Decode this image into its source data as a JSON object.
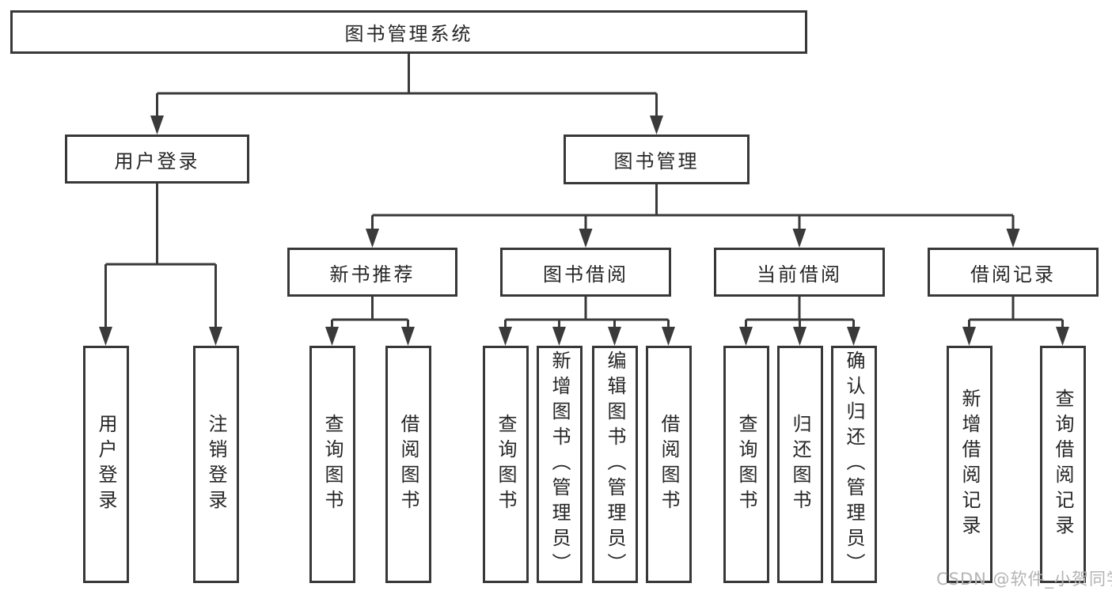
{
  "diagram": {
    "type": "hierarchy-tree",
    "colors": {
      "line": "#3a3a3a",
      "box_border": "#383838",
      "box_fill": "#ffffff",
      "text": "#262626",
      "watermark": "#b4b4b4",
      "background": "#ffffff"
    },
    "tree": {
      "root": "图书管理系统",
      "children": [
        {
          "label": "用户登录",
          "children": [
            {
              "label": "用户登录"
            },
            {
              "label": "注销登录"
            }
          ]
        },
        {
          "label": "图书管理",
          "children": [
            {
              "label": "新书推荐",
              "children": [
                {
                  "label": "查询图书"
                },
                {
                  "label": "借阅图书"
                }
              ]
            },
            {
              "label": "图书借阅",
              "children": [
                {
                  "label": "查询图书"
                },
                {
                  "label": "新增图书（管理员）"
                },
                {
                  "label": "编辑图书（管理员）"
                },
                {
                  "label": "借阅图书"
                }
              ]
            },
            {
              "label": "当前借阅",
              "children": [
                {
                  "label": "查询图书"
                },
                {
                  "label": "归还图书"
                },
                {
                  "label": "确认归还（管理员）"
                }
              ]
            },
            {
              "label": "借阅记录",
              "children": [
                {
                  "label": "新增借阅记录"
                },
                {
                  "label": "查询借阅记录"
                }
              ]
            }
          ]
        }
      ]
    },
    "watermark": {
      "text": "CSDN @软件_小贺同学"
    }
  }
}
